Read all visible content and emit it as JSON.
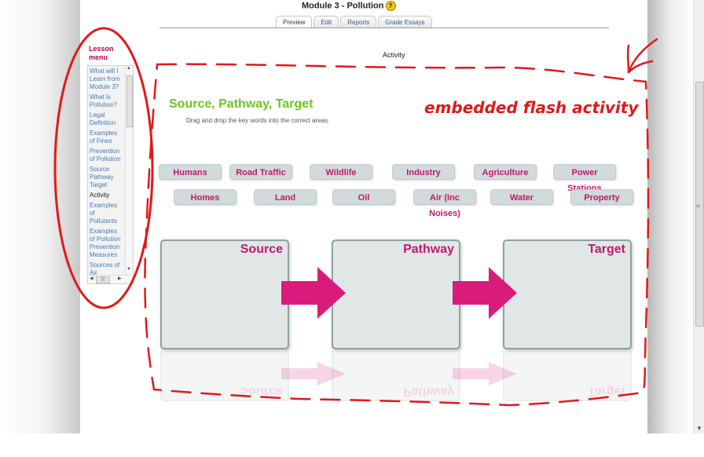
{
  "page": {
    "title": "Module 3 - Pollution",
    "tabs": [
      {
        "label": "Preview",
        "active": true
      },
      {
        "label": "Edit",
        "active": false
      },
      {
        "label": "Reports",
        "active": false
      },
      {
        "label": "Grade Essays",
        "active": false
      }
    ],
    "activity_heading": "Activity"
  },
  "lesson_menu": {
    "title": "Lesson menu",
    "items": [
      {
        "label": "What will I Learn from Module 3?"
      },
      {
        "label": "What is Pollution?"
      },
      {
        "label": "Legal Definition"
      },
      {
        "label": "Examples of Fines"
      },
      {
        "label": "Prevention of Pollution"
      },
      {
        "label": "Source Pathway Target"
      },
      {
        "label": "Activity"
      },
      {
        "label": "Examples of Pollutants"
      },
      {
        "label": "Examples of Pollution Prevention Measures"
      },
      {
        "label": "Sources of Air"
      }
    ],
    "current_item": "Activity"
  },
  "activity": {
    "title": "Source, Pathway, Target",
    "instruction": "Drag and drop the key words into the correct areas.",
    "keywords_row1": [
      "Humans",
      "Road Traffic",
      "Wildlife",
      "Industry",
      "Agriculture",
      "Power Stations"
    ],
    "keywords_row2": [
      "Homes",
      "Land",
      "Oil",
      "Air (Inc Noises)",
      "Water",
      "Property"
    ],
    "drop_zones": [
      "Source",
      "Pathway",
      "Target"
    ]
  },
  "annotation": {
    "text": "embedded flash activity",
    "color": "#e0191b"
  },
  "colors": {
    "title_green": "#6cc61f",
    "keyword_magenta": "#c2186f",
    "arrow_magenta": "#d91c7b",
    "menu_title": "#b4004e",
    "link_blue": "#4a7ab0"
  },
  "icons": {
    "help": "question-mark-icon",
    "arrows": "arrow-right-icon"
  }
}
